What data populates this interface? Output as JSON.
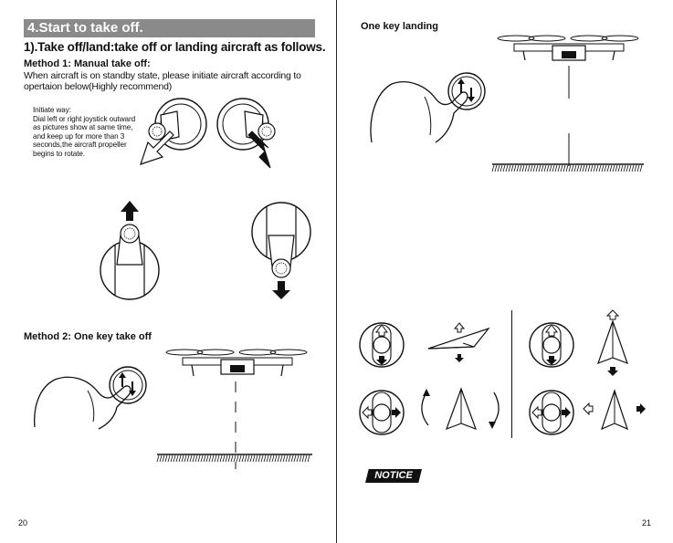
{
  "left_page": {
    "section_title": "4.Start to take off.",
    "subtitle": "1).Take off/land:take off or landing aircraft as follows.",
    "method1": {
      "title": "Method 1: Manual take off:",
      "line1": "When aircraft is on standby state,    please initiate aircraft according to",
      "line2": "opertaion below(Highly recommend)",
      "instructions": [
        "Initiate way:",
        "Dial left or right joystick outward",
        "as pictures show at same time,",
        "and keep up for more than 3",
        "seconds,the aircraft propeller",
        "begins to rotate."
      ]
    },
    "method2": {
      "title": "Method 2: One key take off"
    },
    "page_number": "20"
  },
  "right_page": {
    "landing_title": "One key landing",
    "notice_label": "NOTICE",
    "page_number": "21"
  }
}
